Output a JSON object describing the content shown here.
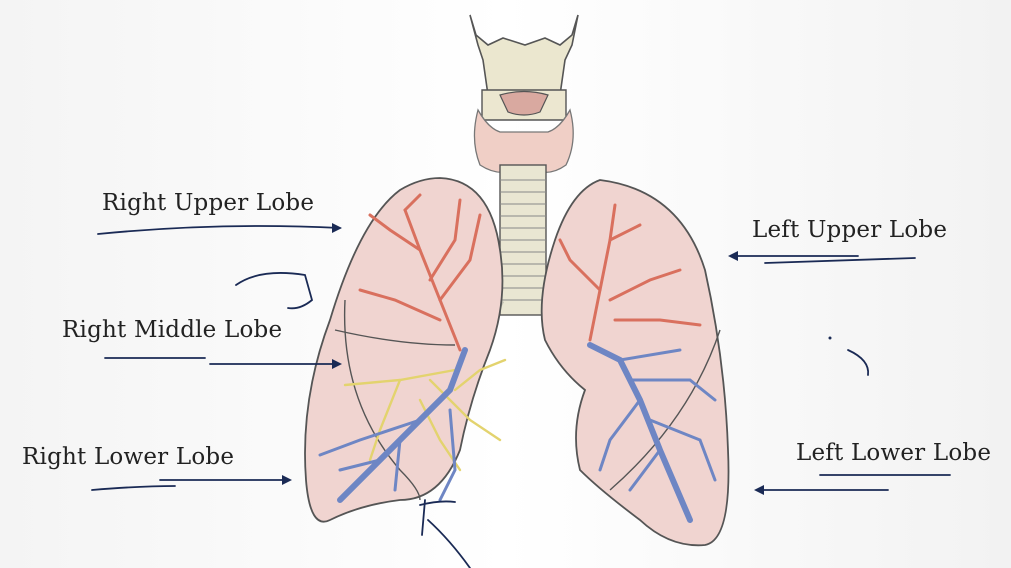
{
  "labels": {
    "right_upper": "Right Upper Lobe",
    "right_middle": "Right Middle Lobe",
    "right_lower": "Right Lower Lobe",
    "left_upper": "Left Upper Lobe",
    "left_lower": "Left Lower Lobe"
  },
  "colors": {
    "lung_fill": "#f0d4d0",
    "lung_outline": "#555555",
    "artery": "#e08a78",
    "vein": "#6e86c4",
    "bronchi_yellow": "#e6d87a",
    "trachea": "#e9e6d2",
    "thyroid": "#f0cfc6",
    "ink": "#1a2a55"
  }
}
